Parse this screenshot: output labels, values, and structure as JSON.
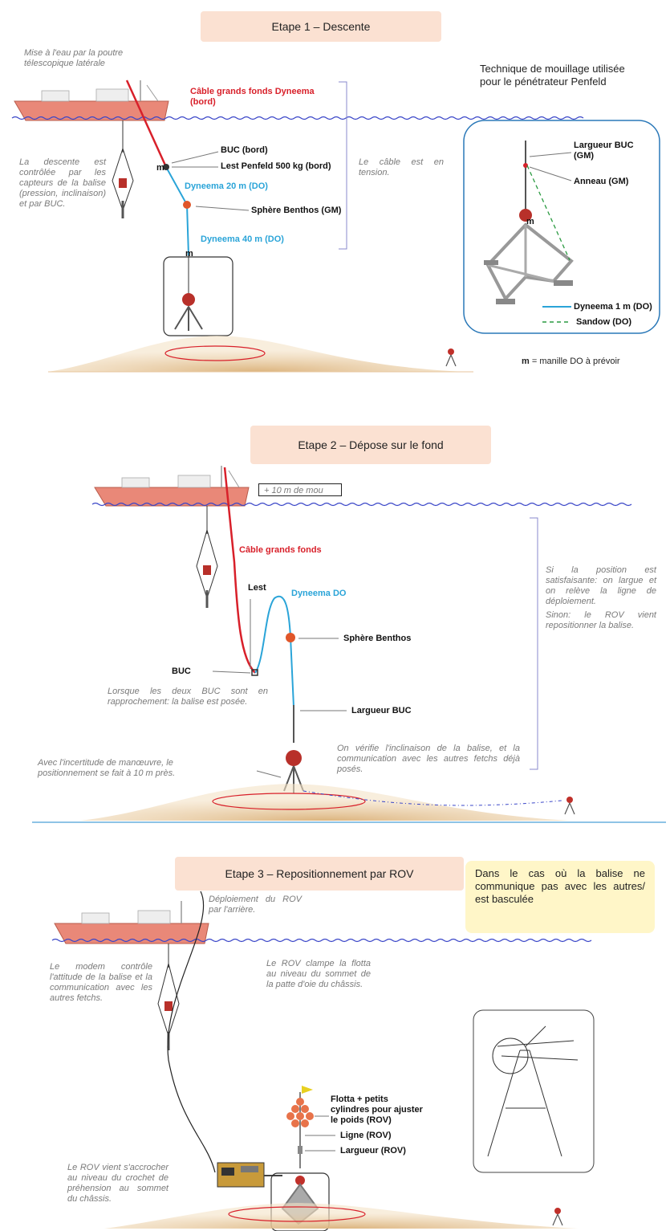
{
  "step1": {
    "title": "Etape 1 – Descente",
    "launch_note": "Mise à l'eau par la poutre\ntélescopique latérale",
    "technique_title": "Technique de mouillage utilisée\npour le pénétrateur Penfeld",
    "cable_label": "Câble grands fonds Dyneema\n(bord)",
    "descent_note": "La descente est contrôlée par les capteurs de la balise (pression, inclinaison) et par BUC.",
    "buc_label": "BUC (bord)",
    "lest_label": "Lest Penfeld 500 kg (bord)",
    "tension_note": "Le câble est en tension.",
    "dyneema20_label": "Dyneema 20 m (DO)",
    "sphere_label": "Sphère Benthos (GM)",
    "dyneema40_label": "Dyneema 40 m (DO)",
    "shackle_letter": "m",
    "inset": {
      "largueur_label": "Largueur BUC\n(GM)",
      "anneau_label": "Anneau (GM)",
      "legend_dyneema": "Dyneema 1 m (DO)",
      "legend_sandow": "Sandow (DO)",
      "m_letter": "m"
    },
    "footnote_bold": "m",
    "footnote_text": " = manille  DO à prévoir"
  },
  "step2": {
    "title": "Etape 2 – Dépose sur le fond",
    "slack_label": "+ 10 m de mou",
    "cable_label": "Câble grands fonds",
    "lest_label": "Lest",
    "dyneema_label": "Dyneema DO",
    "sphere_label": "Sphère Benthos",
    "buc_label": "BUC",
    "position_note": "Si la position est satisfaisante: on largue et on relève la ligne de déploiement.",
    "rov_note": "Sinon: le ROV vient repositionner la balise.",
    "approach_note": "Lorsque les deux BUC sont en rapprochement: la balise est posée.",
    "largueur_label": "Largueur BUC",
    "uncertainty_note": "Avec l'incertitude de manœuvre, le positionnement se fait à 10 m près.",
    "check_note": "On vérifie l'inclinaison de la balise, et la communication avec les autres fetchs déjà posés."
  },
  "step3": {
    "title": "Etape 3 – Repositionnement par ROV",
    "case_note": "Dans le cas où la balise ne communique pas avec les autres/ est basculée",
    "deploy_note": "Déploiement du ROV par l'arrière.",
    "modem_note": "Le modem contrôle l'attitude de la balise et la communication avec les autres fetchs.",
    "clamp_note": "Le ROV clampe la flotta au niveau du sommet de la patte d'oie du châssis.",
    "flotta_label": "Flotta + petits\ncylindres pour ajuster\nle poids (ROV)",
    "ligne_label": "Ligne (ROV)",
    "largueur_label": "Largueur (ROV)",
    "hook_note": "Le ROV vient s'accrocher au niveau du crochet de préhension au sommet du châssis."
  },
  "colors": {
    "banner": "#fbe1d2",
    "ship_hull": "#e98878",
    "cable_red": "#d8202a",
    "dyneema_blue": "#2aa4d8",
    "sandow_green": "#2a9a40",
    "sea_line": "#3a46c8",
    "seabed": "#e7c69c",
    "inset_border": "#2a78b8",
    "note_box": "#fff6c8"
  }
}
